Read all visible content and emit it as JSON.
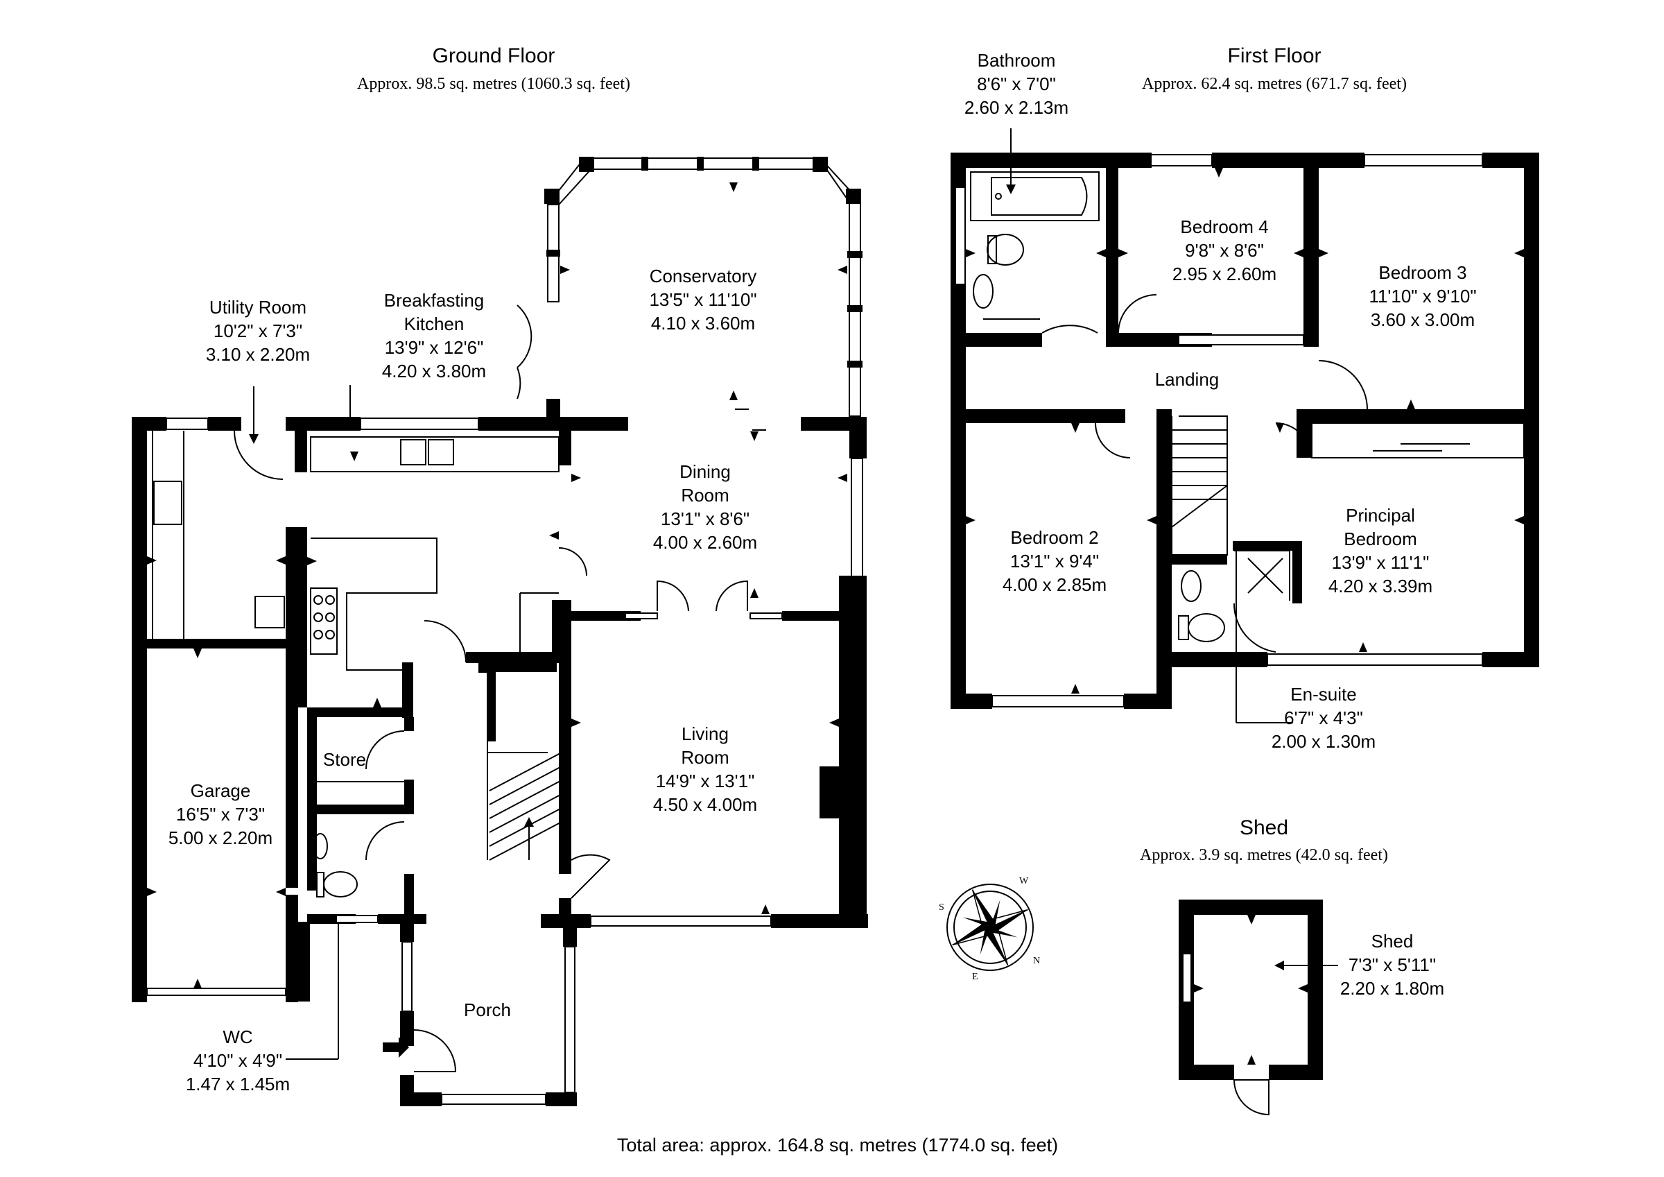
{
  "ground_floor": {
    "title": "Ground Floor",
    "area": "Approx. 98.5 sq. metres (1060.3 sq. feet)",
    "rooms": {
      "conservatory": {
        "name": "Conservatory",
        "imperial": "13'5\" x 11'10\"",
        "metric": "4.10 x 3.60m"
      },
      "breakfasting_kitchen": {
        "name1": "Breakfasting",
        "name2": "Kitchen",
        "imperial": "13'9\" x 12'6\"",
        "metric": "4.20 x 3.80m"
      },
      "utility_room": {
        "name": "Utility Room",
        "imperial": "10'2\" x 7'3\"",
        "metric": "3.10 x 2.20m"
      },
      "dining_room": {
        "name1": "Dining",
        "name2": "Room",
        "imperial": "13'1\" x 8'6\"",
        "metric": "4.00 x 2.60m"
      },
      "living_room": {
        "name1": "Living",
        "name2": "Room",
        "imperial": "14'9\" x 13'1\"",
        "metric": "4.50 x 4.00m"
      },
      "garage": {
        "name": "Garage",
        "imperial": "16'5\" x 7'3\"",
        "metric": "5.00 x 2.20m"
      },
      "store": {
        "name": "Store"
      },
      "porch": {
        "name": "Porch"
      },
      "wc": {
        "name": "WC",
        "imperial": "4'10\" x 4'9\"",
        "metric": "1.47 x 1.45m"
      }
    }
  },
  "first_floor": {
    "title": "First Floor",
    "area": "Approx. 62.4 sq. metres (671.7 sq. feet)",
    "rooms": {
      "bathroom": {
        "name": "Bathroom",
        "imperial": "8'6\" x 7'0\"",
        "metric": "2.60 x 2.13m"
      },
      "bedroom4": {
        "name": "Bedroom 4",
        "imperial": "9'8\" x 8'6\"",
        "metric": "2.95 x 2.60m"
      },
      "bedroom3": {
        "name": "Bedroom 3",
        "imperial": "11'10\" x 9'10\"",
        "metric": "3.60 x 3.00m"
      },
      "landing": {
        "name": "Landing"
      },
      "bedroom2": {
        "name": "Bedroom 2",
        "imperial": "13'1\" x 9'4\"",
        "metric": "4.00 x 2.85m"
      },
      "principal": {
        "name1": "Principal",
        "name2": "Bedroom",
        "imperial": "13'9\" x 11'1\"",
        "metric": "4.20 x 3.39m"
      },
      "ensuite": {
        "name": "En-suite",
        "imperial": "6'7\" x 4'3\"",
        "metric": "2.00 x 1.30m"
      }
    }
  },
  "shed_section": {
    "title": "Shed",
    "area": "Approx. 3.9 sq. metres (42.0 sq. feet)",
    "room": {
      "name": "Shed",
      "imperial": "7'3\" x 5'11\"",
      "metric": "2.20 x 1.80m"
    }
  },
  "compass_letters": {
    "n": "N",
    "s": "S",
    "e": "E",
    "w": "W"
  },
  "total_area": "Total area: approx. 164.8 sq. metres (1774.0 sq. feet)"
}
